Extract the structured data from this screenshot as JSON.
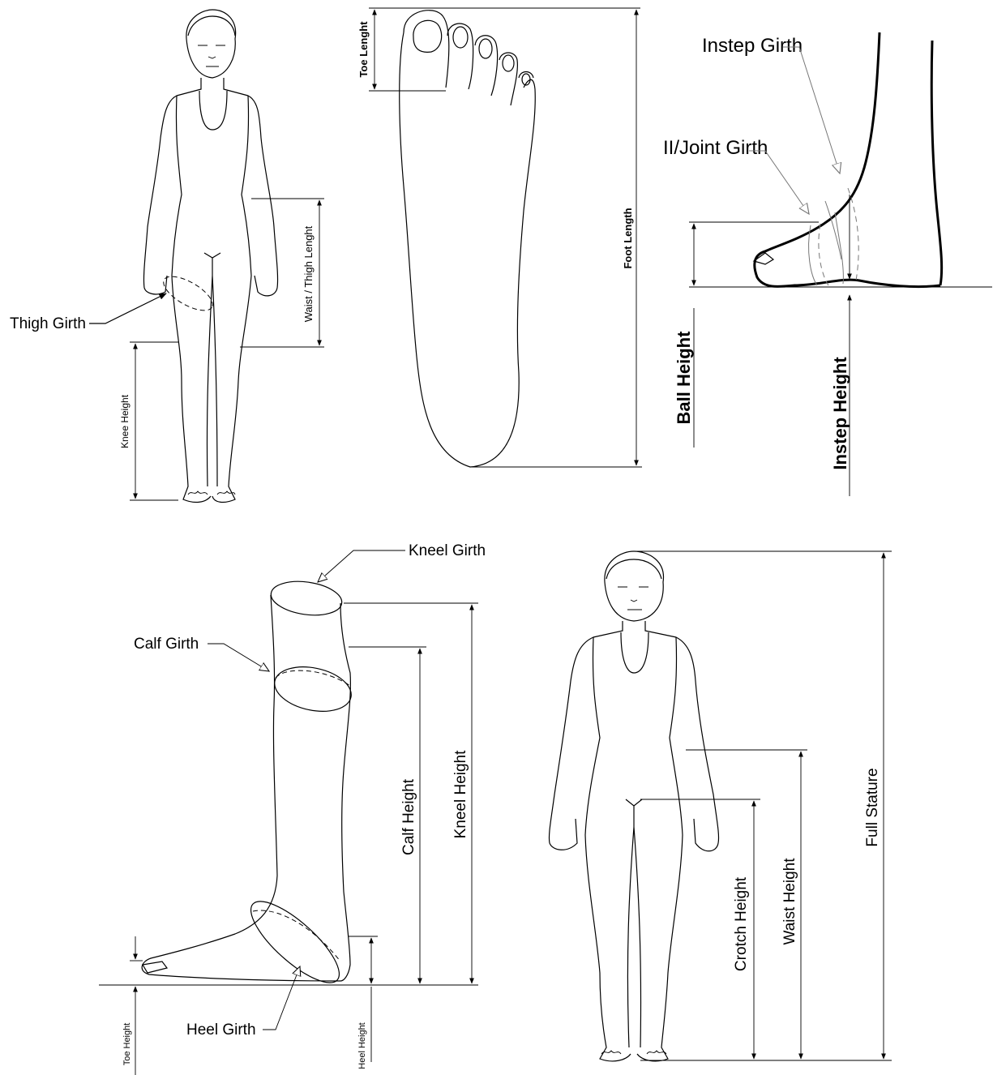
{
  "labels": {
    "thigh_girth": "Thigh Girth",
    "waist_thigh_length": "Waist / Thigh Lenght",
    "knee_height_small": "Knee Height",
    "toe_length": "Toe Lenght",
    "foot_length": "Foot Length",
    "instep_girth": "Instep Girth",
    "joint_girth": "II/Joint Girth",
    "ball_height": "Ball Height",
    "instep_height": "Instep Height",
    "kneel_girth": "Kneel Girth",
    "calf_girth": "Calf Girth",
    "calf_height": "Calf Height",
    "kneel_height": "Kneel Height",
    "heel_girth": "Heel Girth",
    "toe_height": "Toe Height",
    "heel_height": "Heel Height",
    "crotch_height": "Crotch Height",
    "waist_height": "Waist Height",
    "full_stature": "Full Stature"
  }
}
